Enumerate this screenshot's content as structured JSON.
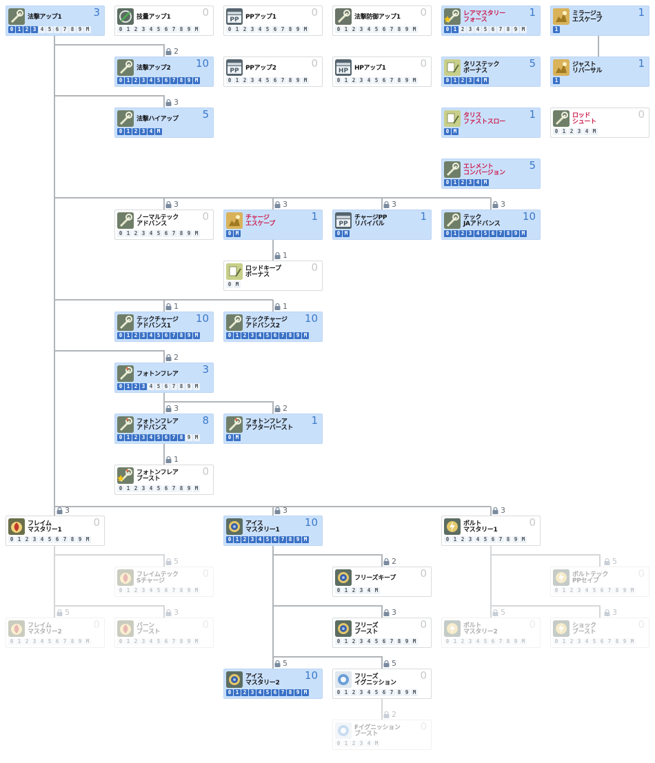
{
  "skills": [
    {
      "id": "n1",
      "name": "法撃アップ1",
      "level": "3",
      "levels": [
        "0",
        "1",
        "2",
        "3",
        "4",
        "5",
        "6",
        "7",
        "8",
        "9",
        "M"
      ],
      "filled": 4,
      "learned": true,
      "icon": "rod-icon"
    },
    {
      "id": "n2",
      "name": "技量アップ1",
      "level": "0",
      "levels": [
        "0",
        "1",
        "2",
        "3",
        "4",
        "5",
        "6",
        "7",
        "8",
        "9",
        "M"
      ],
      "filled": 0,
      "icon": "dexterity-icon"
    },
    {
      "id": "n3",
      "name": "PPアップ1",
      "level": "0",
      "levels": [
        "0",
        "1",
        "2",
        "3",
        "4",
        "5",
        "6",
        "7",
        "8",
        "9",
        "M"
      ],
      "filled": 0,
      "icon": "pp-icon"
    },
    {
      "id": "n4",
      "name": "法撃防御アップ1",
      "level": "0",
      "levels": [
        "0",
        "1",
        "2",
        "3",
        "4",
        "5",
        "6",
        "7",
        "8",
        "9",
        "M"
      ],
      "filled": 0,
      "icon": "tech-defense-icon"
    },
    {
      "id": "n5",
      "name": "レアマスタリー\nフォース",
      "level": "1",
      "levels": [
        "0",
        "1",
        "2",
        "3",
        "4",
        "5",
        "6",
        "7",
        "8",
        "9",
        "M"
      ],
      "filled": 2,
      "learned": true,
      "red": true,
      "icon": "rare-mastery-icon"
    },
    {
      "id": "n6",
      "name": "ミラージュ\nエスケープ",
      "level": "1",
      "levels": [
        "1"
      ],
      "filled": 1,
      "learned": true,
      "icon": "mirage-escape-icon"
    },
    {
      "id": "n7",
      "name": "法撃アップ2",
      "level": "10",
      "levels": [
        "0",
        "1",
        "2",
        "3",
        "4",
        "5",
        "6",
        "7",
        "8",
        "9",
        "M"
      ],
      "filled": 11,
      "learned": true,
      "icon": "rod-icon"
    },
    {
      "id": "n8",
      "name": "PPアップ2",
      "level": "0",
      "levels": [
        "0",
        "1",
        "2",
        "3",
        "4",
        "5",
        "6",
        "7",
        "8",
        "9",
        "M"
      ],
      "filled": 0,
      "icon": "pp-icon"
    },
    {
      "id": "n9",
      "name": "HPアップ1",
      "level": "0",
      "levels": [
        "0",
        "1",
        "2",
        "3",
        "4",
        "5",
        "6",
        "7",
        "8",
        "9",
        "M"
      ],
      "filled": 0,
      "icon": "hp-icon"
    },
    {
      "id": "n10",
      "name": "タリステック\nボーナス",
      "level": "5",
      "levels": [
        "0",
        "1",
        "2",
        "3",
        "4",
        "M"
      ],
      "filled": 6,
      "learned": true,
      "icon": "talis-icon"
    },
    {
      "id": "n11",
      "name": "ジャスト\nリバーサル",
      "level": "1",
      "levels": [
        "1"
      ],
      "filled": 1,
      "learned": true,
      "icon": "just-reversal-icon"
    },
    {
      "id": "n12",
      "name": "法撃ハイアップ",
      "level": "5",
      "levels": [
        "0",
        "1",
        "2",
        "3",
        "4",
        "M"
      ],
      "filled": 6,
      "learned": true,
      "icon": "rod-icon"
    },
    {
      "id": "n13",
      "name": "タリス\nファストスロー",
      "level": "1",
      "levels": [
        "0",
        "M"
      ],
      "filled": 2,
      "learned": true,
      "red": true,
      "icon": "talis-icon"
    },
    {
      "id": "n14",
      "name": "ロッド\nシュート",
      "level": "0",
      "levels": [
        "0",
        "1",
        "2",
        "3",
        "4",
        "M"
      ],
      "filled": 0,
      "red": true,
      "icon": "rod-shoot-icon"
    },
    {
      "id": "n15",
      "name": "エレメント\nコンバージョン",
      "level": "5",
      "levels": [
        "0",
        "1",
        "2",
        "3",
        "4",
        "M"
      ],
      "filled": 6,
      "learned": true,
      "red": true,
      "icon": "rod-icon"
    },
    {
      "id": "n16",
      "name": "ノーマルテック\nアドバンス",
      "level": "0",
      "levels": [
        "0",
        "1",
        "2",
        "3",
        "4",
        "5",
        "6",
        "7",
        "8",
        "9",
        "M"
      ],
      "filled": 0,
      "icon": "rod-icon"
    },
    {
      "id": "n17",
      "name": "チャージ\nエスケープ",
      "level": "1",
      "levels": [
        "0",
        "M"
      ],
      "filled": 2,
      "learned": true,
      "red": true,
      "icon": "charge-escape-icon"
    },
    {
      "id": "n18",
      "name": "チャージPP\nリバイバル",
      "level": "1",
      "levels": [
        "0",
        "M"
      ],
      "filled": 2,
      "learned": true,
      "icon": "pp-icon"
    },
    {
      "id": "n19",
      "name": "テック\nJAアドバンス",
      "level": "10",
      "levels": [
        "0",
        "1",
        "2",
        "3",
        "4",
        "5",
        "6",
        "7",
        "8",
        "9",
        "M"
      ],
      "filled": 11,
      "learned": true,
      "icon": "rod-icon"
    },
    {
      "id": "n20",
      "name": "ロッドキープ\nボーナス",
      "level": "0",
      "levels": [
        "0",
        "M"
      ],
      "filled": 0,
      "icon": "rod-keep-icon"
    },
    {
      "id": "n21",
      "name": "テックチャージ\nアドバンス1",
      "level": "10",
      "levels": [
        "0",
        "1",
        "2",
        "3",
        "4",
        "5",
        "6",
        "7",
        "8",
        "9",
        "M"
      ],
      "filled": 11,
      "learned": true,
      "icon": "rod-icon"
    },
    {
      "id": "n22",
      "name": "テックチャージ\nアドバンス2",
      "level": "10",
      "levels": [
        "0",
        "1",
        "2",
        "3",
        "4",
        "5",
        "6",
        "7",
        "8",
        "9",
        "M"
      ],
      "filled": 11,
      "learned": true,
      "icon": "rod-icon"
    },
    {
      "id": "n23",
      "name": "フォトンフレア",
      "level": "3",
      "levels": [
        "0",
        "1",
        "2",
        "3",
        "4",
        "5",
        "6",
        "7",
        "8",
        "9",
        "M"
      ],
      "filled": 4,
      "learned": true,
      "icon": "photon-flare-icon"
    },
    {
      "id": "n24",
      "name": "フォトンフレア\nアドバンス",
      "level": "8",
      "levels": [
        "0",
        "1",
        "2",
        "3",
        "4",
        "5",
        "6",
        "7",
        "8",
        "9",
        "M"
      ],
      "filled": 9,
      "learned": true,
      "icon": "photon-flare-icon"
    },
    {
      "id": "n25",
      "name": "フォトンフレア\nアフターバースト",
      "level": "1",
      "levels": [
        "0",
        "M"
      ],
      "filled": 2,
      "learned": true,
      "icon": "photon-flare-icon"
    },
    {
      "id": "n26",
      "name": "フォトンフレア\nブースト",
      "level": "0",
      "levels": [
        "0",
        "1",
        "2",
        "3",
        "4",
        "5",
        "6",
        "7",
        "8",
        "9",
        "M"
      ],
      "filled": 0,
      "icon": "photon-flare-boost-icon"
    },
    {
      "id": "n27",
      "name": "フレイム\nマスタリー1",
      "level": "0",
      "levels": [
        "0",
        "1",
        "2",
        "3",
        "4",
        "5",
        "6",
        "7",
        "8",
        "9",
        "M"
      ],
      "filled": 0,
      "icon": "flame-icon"
    },
    {
      "id": "n28",
      "name": "アイス\nマスタリー1",
      "level": "10",
      "levels": [
        "0",
        "1",
        "2",
        "3",
        "4",
        "5",
        "6",
        "7",
        "8",
        "9",
        "M"
      ],
      "filled": 11,
      "learned": true,
      "icon": "ice-icon"
    },
    {
      "id": "n29",
      "name": "ボルト\nマスタリー1",
      "level": "0",
      "levels": [
        "0",
        "1",
        "2",
        "3",
        "4",
        "5",
        "6",
        "7",
        "8",
        "9",
        "M"
      ],
      "filled": 0,
      "icon": "bolt-icon"
    },
    {
      "id": "n30",
      "name": "フレイムテック\nSチャージ",
      "level": "0",
      "levels": [
        "0",
        "1",
        "2",
        "3",
        "4",
        "5",
        "6",
        "7",
        "8",
        "9",
        "M"
      ],
      "filled": 0,
      "disabled": true,
      "icon": "flame-icon"
    },
    {
      "id": "n31",
      "name": "フリーズキープ",
      "level": "0",
      "levels": [
        "0",
        "1",
        "2",
        "3",
        "4",
        "M"
      ],
      "filled": 0,
      "icon": "ice-icon"
    },
    {
      "id": "n32",
      "name": "ボルトテック\nPPセイブ",
      "level": "0",
      "levels": [
        "0",
        "1",
        "2",
        "3",
        "4",
        "5",
        "6",
        "7",
        "8",
        "9",
        "M"
      ],
      "filled": 0,
      "disabled": true,
      "icon": "bolt-icon"
    },
    {
      "id": "n33",
      "name": "フレイム\nマスタリー2",
      "level": "0",
      "levels": [
        "0",
        "1",
        "2",
        "3",
        "4",
        "5",
        "6",
        "7",
        "8",
        "9",
        "M"
      ],
      "filled": 0,
      "disabled": true,
      "icon": "flame-icon"
    },
    {
      "id": "n34",
      "name": "バーン\nブースト",
      "level": "0",
      "levels": [
        "0",
        "1",
        "2",
        "3",
        "4",
        "5",
        "6",
        "7",
        "8",
        "9",
        "M"
      ],
      "filled": 0,
      "disabled": true,
      "icon": "flame-icon"
    },
    {
      "id": "n35",
      "name": "フリーズ\nブースト",
      "level": "0",
      "levels": [
        "0",
        "1",
        "2",
        "3",
        "4",
        "5",
        "6",
        "7",
        "8",
        "9",
        "M"
      ],
      "filled": 0,
      "icon": "ice-icon"
    },
    {
      "id": "n36",
      "name": "ボルト\nマスタリー2",
      "level": "0",
      "levels": [
        "0",
        "1",
        "2",
        "3",
        "4",
        "5",
        "6",
        "7",
        "8",
        "9",
        "M"
      ],
      "filled": 0,
      "disabled": true,
      "icon": "bolt-icon"
    },
    {
      "id": "n37",
      "name": "ショック\nブースト",
      "level": "0",
      "levels": [
        "0",
        "1",
        "2",
        "3",
        "4",
        "5",
        "6",
        "7",
        "8",
        "9",
        "M"
      ],
      "filled": 0,
      "disabled": true,
      "icon": "bolt-icon"
    },
    {
      "id": "n38",
      "name": "アイス\nマスタリー2",
      "level": "10",
      "levels": [
        "0",
        "1",
        "2",
        "3",
        "4",
        "5",
        "6",
        "7",
        "8",
        "9",
        "M"
      ],
      "filled": 11,
      "learned": true,
      "icon": "ice-icon"
    },
    {
      "id": "n39",
      "name": "フリーズ\nイグニッション",
      "level": "0",
      "levels": [
        "0",
        "1",
        "2",
        "3",
        "4",
        "5",
        "6",
        "7",
        "8",
        "9",
        "M"
      ],
      "filled": 0,
      "icon": "freeze-ignition-icon"
    },
    {
      "id": "n40",
      "name": "Fイグニッション\nブースト",
      "level": "0",
      "levels": [
        "0",
        "1",
        "2",
        "3",
        "4",
        "M"
      ],
      "filled": 0,
      "disabled": true,
      "icon": "freeze-ignition-icon"
    }
  ],
  "requirements": [
    {
      "id": "L1",
      "value": "2"
    },
    {
      "id": "L2",
      "value": "3"
    },
    {
      "id": "L3",
      "value": "3"
    },
    {
      "id": "L4",
      "value": "3"
    },
    {
      "id": "L5",
      "value": "3"
    },
    {
      "id": "L6",
      "value": "3"
    },
    {
      "id": "L7",
      "value": "1"
    },
    {
      "id": "L8",
      "value": "1"
    },
    {
      "id": "L9",
      "value": "1"
    },
    {
      "id": "L10",
      "value": "2"
    },
    {
      "id": "L11",
      "value": "3"
    },
    {
      "id": "L12",
      "value": "2"
    },
    {
      "id": "L13",
      "value": "1"
    },
    {
      "id": "L14",
      "value": "3"
    },
    {
      "id": "L15",
      "value": "3"
    },
    {
      "id": "L16",
      "value": "3"
    },
    {
      "id": "L17",
      "value": "5"
    },
    {
      "id": "L18",
      "value": "5"
    },
    {
      "id": "L19",
      "value": "2"
    },
    {
      "id": "L20",
      "value": "3"
    },
    {
      "id": "L21",
      "value": "5"
    },
    {
      "id": "L22",
      "value": "5"
    },
    {
      "id": "L23",
      "value": "3"
    },
    {
      "id": "L24",
      "value": "3"
    },
    {
      "id": "L25",
      "value": "5"
    },
    {
      "id": "L26",
      "value": "5"
    },
    {
      "id": "L27",
      "value": "2"
    }
  ],
  "colors": {
    "learned_bg": "#c9e0fb",
    "level_on": "#3a71c6",
    "level_text": "#3a78c8",
    "red_name": "#cc1d4d",
    "connector": "#b0b4b8"
  }
}
